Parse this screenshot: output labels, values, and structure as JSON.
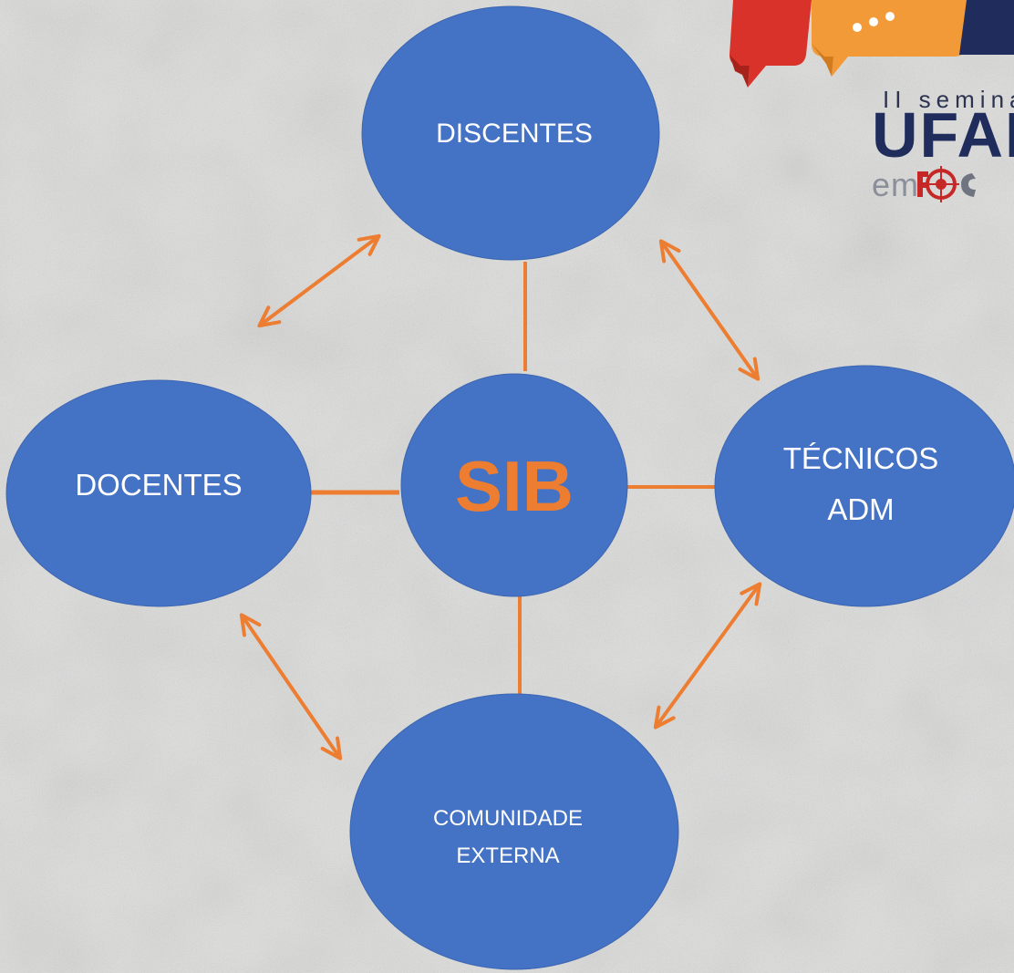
{
  "diagram": {
    "center": {
      "label": "SIB"
    },
    "nodes": {
      "top": {
        "label": "DISCENTES"
      },
      "left": {
        "label": "DOCENTES"
      },
      "right": {
        "label_line1": "TÉCNICOS",
        "label_line2": "ADM"
      },
      "bottom": {
        "label_line1": "COMUNIDADE",
        "label_line2": "EXTERNA"
      }
    }
  },
  "logo": {
    "subtitle": "II seminá",
    "main_text": "UFAI",
    "prefix": "em"
  },
  "colors": {
    "node_fill": "#4472c4",
    "connector": "#ed7d31",
    "center_text": "#ed7d31",
    "node_text": "#ffffff",
    "background": "#dededd",
    "logo_red": "#d9322a",
    "logo_orange": "#f29a38",
    "logo_navy": "#1f2c5c"
  }
}
